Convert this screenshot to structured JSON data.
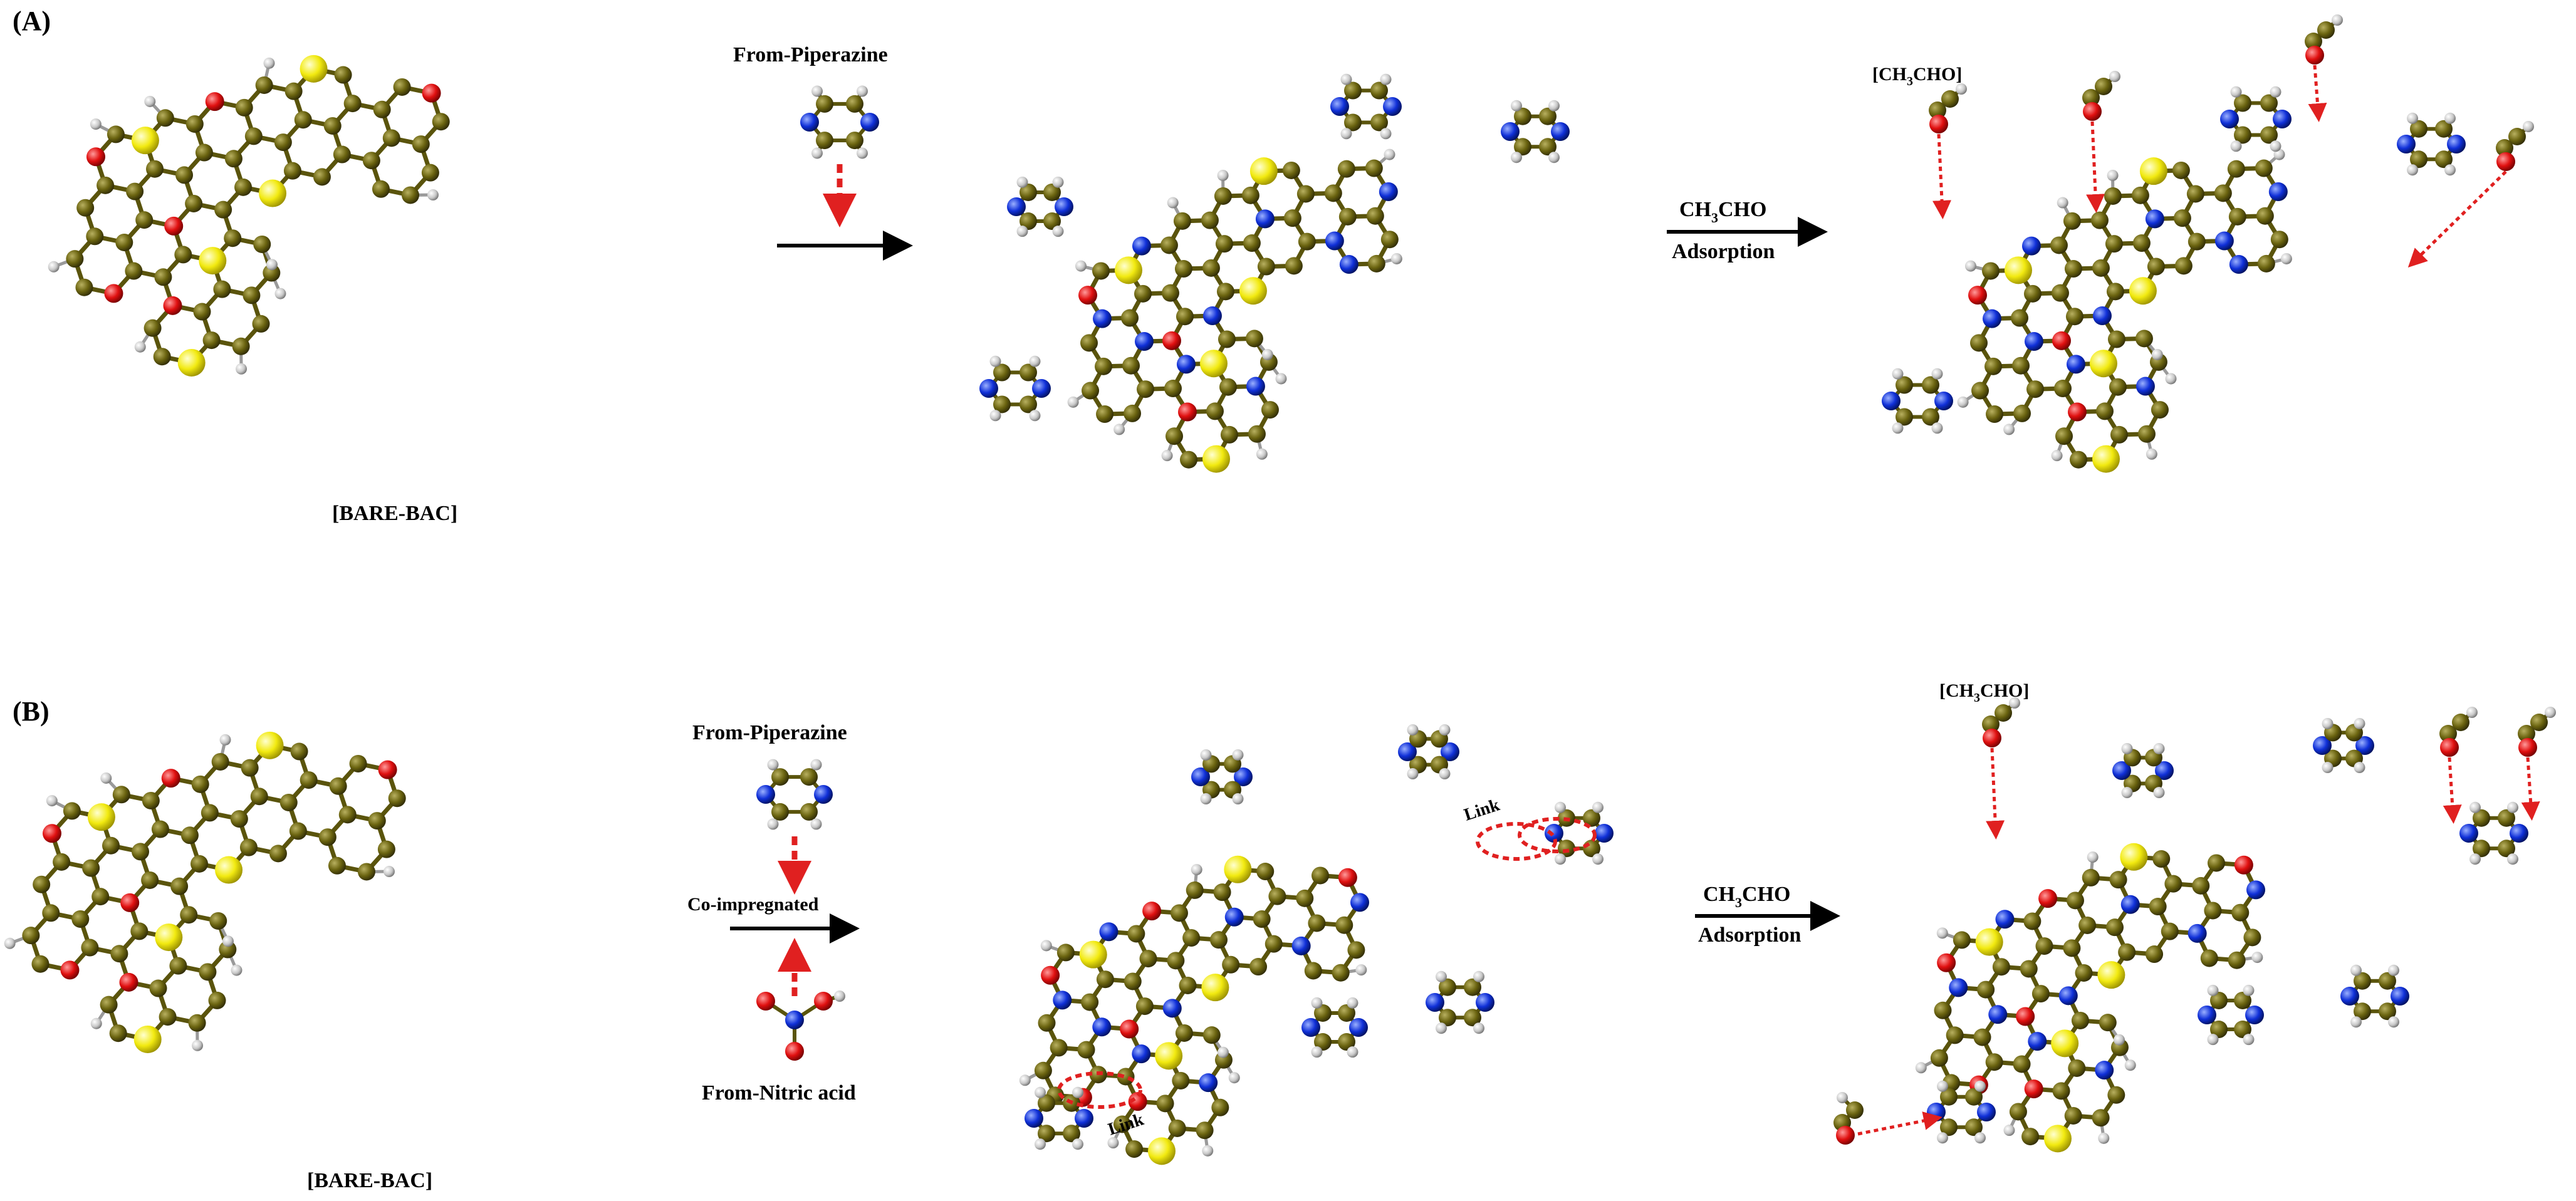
{
  "panels": [
    {
      "letter": "(A)",
      "bare_label": "[BARE-BAC]",
      "reagent_top": "From-Piperazine",
      "reaction_label_formula": "CH3CHO",
      "reaction_label_word": "Adsorption",
      "adsorbate_label": "[CH3CHO]"
    },
    {
      "letter": "(B)",
      "bare_label": "[BARE-BAC]",
      "reagent_top": "From-Piperazine",
      "reagent_mid": "Co-impregnated",
      "reagent_bottom": "From-Nitric acid",
      "link_label": "Link",
      "reaction_label_formula": "CH3CHO",
      "reaction_label_word": "Adsorption",
      "adsorbate_label": "[CH3CHO]"
    }
  ],
  "colors": {
    "carbon": "#6b6410",
    "oxygen": "#e01010",
    "nitrogen": "#1030d8",
    "sulfur": "#f2ea10",
    "hydrogen": "#c8c8c8",
    "bond": "#6b6410",
    "dash": "#e02020"
  }
}
